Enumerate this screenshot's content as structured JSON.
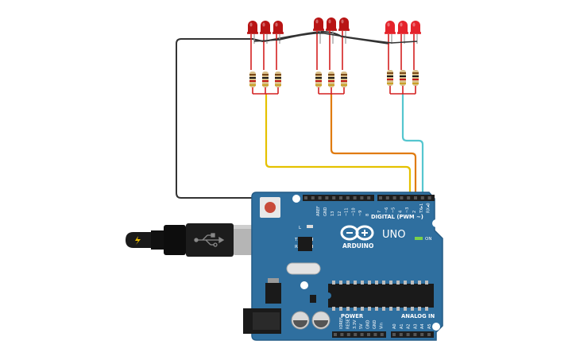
{
  "board": {
    "brand": "ARDUINO",
    "model": "UNO",
    "on_label": "ON",
    "digital_label": "DIGITAL (PWM ~)",
    "power_label": "POWER",
    "analog_label": "ANALOG IN",
    "led_l": "L",
    "led_tx": "TX",
    "led_rx": "RX",
    "aref": "AREF",
    "gnd_top": "GND",
    "digital_pins": [
      "13",
      "12",
      "~11",
      "~10",
      "~9",
      "8",
      "7",
      "~6",
      "~5",
      "4",
      "~3",
      "2",
      "TX▸1",
      "RX◂0"
    ],
    "power_pins": [
      "IOREF",
      "RESET",
      "3.3V",
      "5V",
      "GND",
      "GND",
      "Vin"
    ],
    "analog_pins": [
      "A0",
      "A1",
      "A2",
      "A3",
      "A4",
      "A5"
    ]
  },
  "colors": {
    "board": "#2f6f9f",
    "board_edge": "#245b85",
    "led": "#b81414",
    "led_bright": "#e4232b",
    "wire_black": "#333333",
    "wire_yellow": "#e5c100",
    "wire_orange": "#e07b10",
    "wire_cyan": "#55c6cf",
    "resistor_leg": "#d42020"
  },
  "led_groups": [
    {
      "name": "group-1",
      "leds": 3,
      "wire": "yellow",
      "pin": "4"
    },
    {
      "name": "group-2",
      "leds": 3,
      "wire": "orange",
      "pin": "3"
    },
    {
      "name": "group-3",
      "leds": 3,
      "wire": "cyan",
      "pin": "2"
    }
  ],
  "icons": {
    "usb": "usb-icon",
    "logo": "infinity-logo-icon",
    "bolt": "lightning-bolt-icon"
  }
}
